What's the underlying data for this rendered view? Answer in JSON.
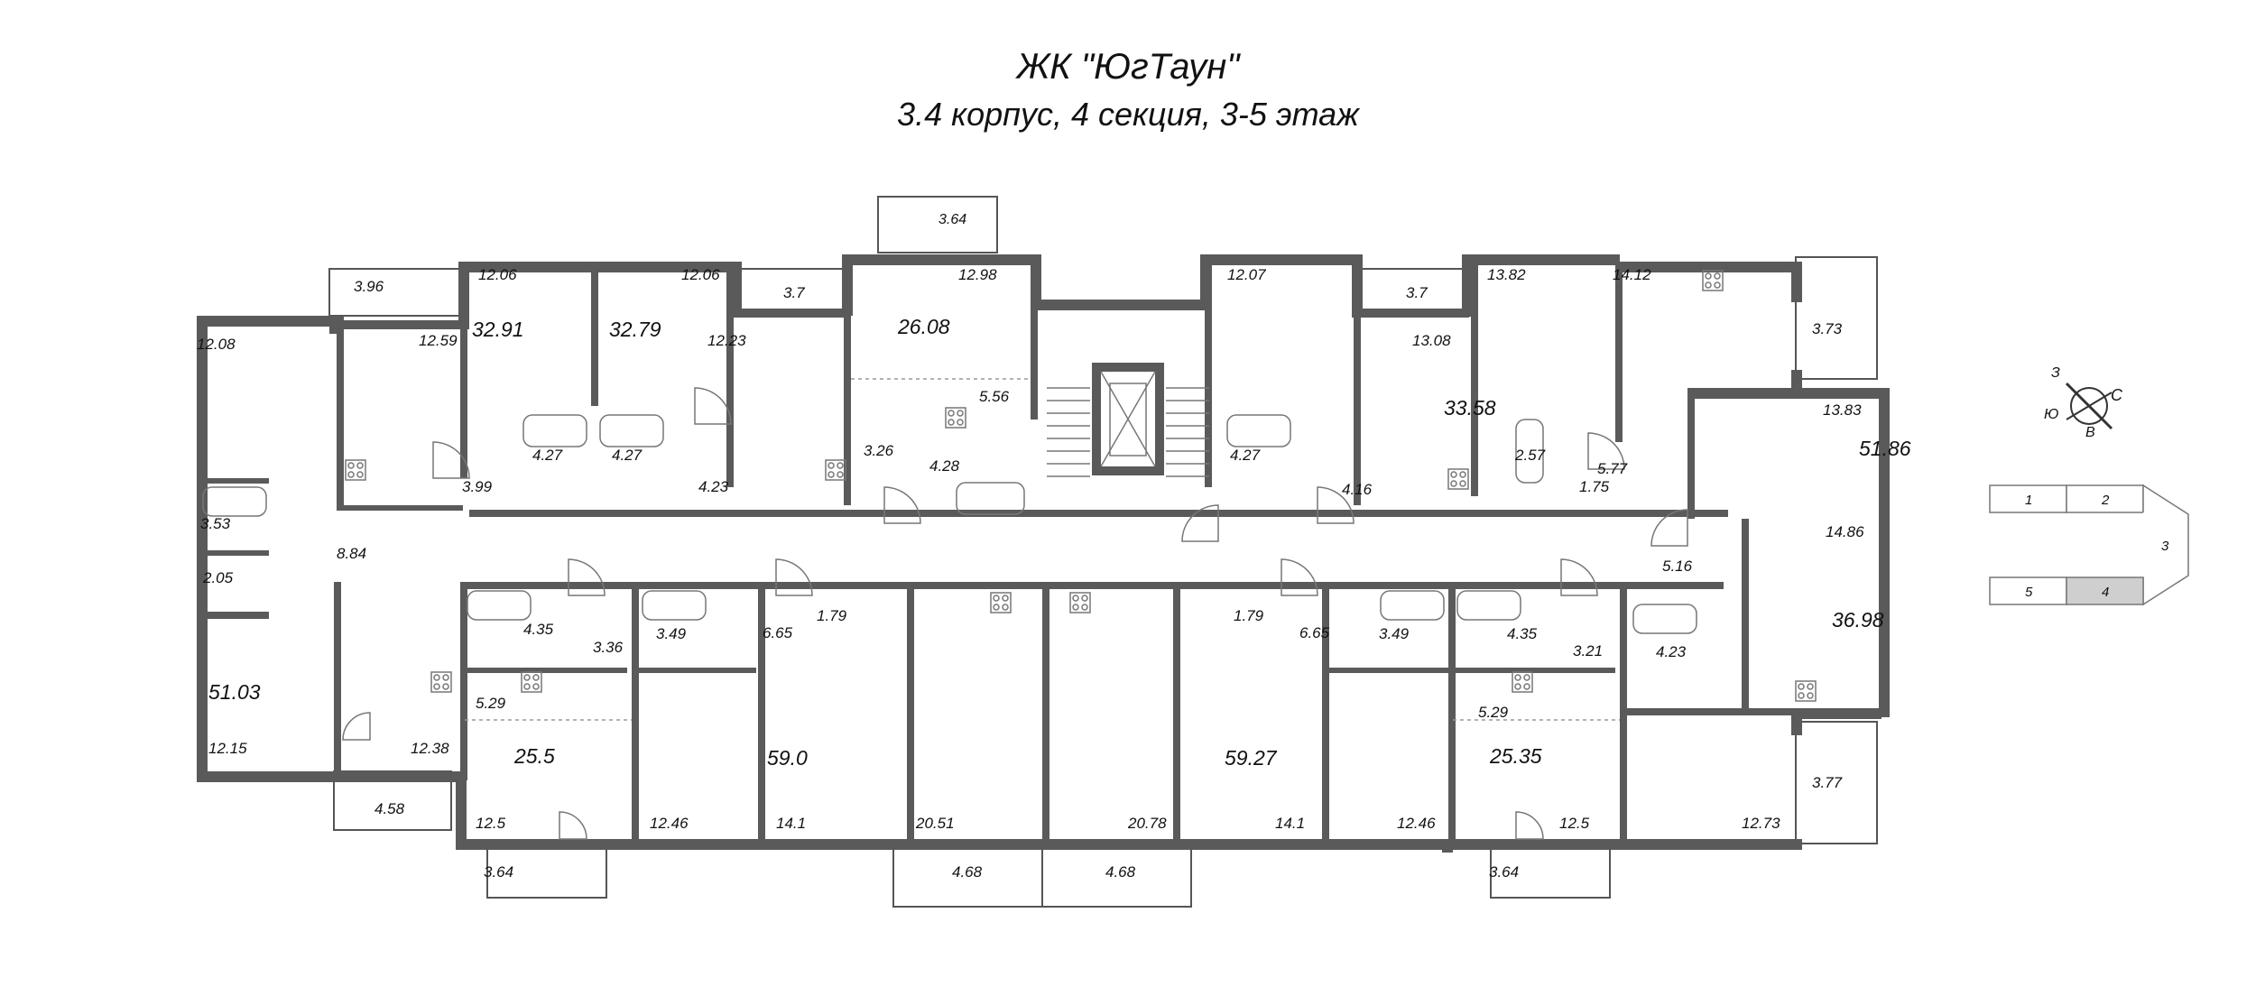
{
  "title": "ЖК \"ЮгТаун\"",
  "subtitle": "3.4 корпус, 4 секция, 3-5 этаж",
  "compass": {
    "labels": [
      "З",
      "С",
      "Ю",
      "В"
    ]
  },
  "section_map": {
    "cells": [
      "1",
      "2",
      "3",
      "5",
      "4"
    ],
    "highlight_color": "#cfcfcf"
  },
  "area_labels": [
    {
      "v": "3.64"
    },
    {
      "v": "3.96"
    },
    {
      "v": "12.06"
    },
    {
      "v": "12.06"
    },
    {
      "v": "3.7"
    },
    {
      "v": "12.98"
    },
    {
      "v": "12.07"
    },
    {
      "v": "3.7"
    },
    {
      "v": "13.82"
    },
    {
      "v": "14.12"
    },
    {
      "v": "12.08"
    },
    {
      "v": "12.59"
    },
    {
      "v": "32.91"
    },
    {
      "v": "32.79"
    },
    {
      "v": "12.23"
    },
    {
      "v": "26.08"
    },
    {
      "v": "13.08"
    },
    {
      "v": "3.73"
    },
    {
      "v": "5.56"
    },
    {
      "v": "33.58"
    },
    {
      "v": "13.83"
    },
    {
      "v": "3.99"
    },
    {
      "v": "4.27"
    },
    {
      "v": "4.27"
    },
    {
      "v": "4.23"
    },
    {
      "v": "3.26"
    },
    {
      "v": "4.28"
    },
    {
      "v": "4.27"
    },
    {
      "v": "4.16"
    },
    {
      "v": "2.57"
    },
    {
      "v": "5.77"
    },
    {
      "v": "51.86"
    },
    {
      "v": "1.75"
    },
    {
      "v": "3.53"
    },
    {
      "v": "8.84"
    },
    {
      "v": "2.05"
    },
    {
      "v": "4.35"
    },
    {
      "v": "3.36"
    },
    {
      "v": "3.49"
    },
    {
      "v": "6.65"
    },
    {
      "v": "1.79"
    },
    {
      "v": "1.79"
    },
    {
      "v": "6.65"
    },
    {
      "v": "3.49"
    },
    {
      "v": "4.35"
    },
    {
      "v": "3.21"
    },
    {
      "v": "5.16"
    },
    {
      "v": "14.86"
    },
    {
      "v": "4.23"
    },
    {
      "v": "36.98"
    },
    {
      "v": "51.03"
    },
    {
      "v": "5.29"
    },
    {
      "v": "5.29"
    },
    {
      "v": "25.5"
    },
    {
      "v": "59.0"
    },
    {
      "v": "59.27"
    },
    {
      "v": "25.35"
    },
    {
      "v": "12.15"
    },
    {
      "v": "12.38"
    },
    {
      "v": "4.58"
    },
    {
      "v": "12.5"
    },
    {
      "v": "12.46"
    },
    {
      "v": "14.1"
    },
    {
      "v": "20.51"
    },
    {
      "v": "20.78"
    },
    {
      "v": "14.1"
    },
    {
      "v": "12.46"
    },
    {
      "v": "12.5"
    },
    {
      "v": "12.73"
    },
    {
      "v": "3.77"
    },
    {
      "v": "3.64"
    },
    {
      "v": "4.68"
    },
    {
      "v": "4.68"
    },
    {
      "v": "3.64"
    }
  ]
}
